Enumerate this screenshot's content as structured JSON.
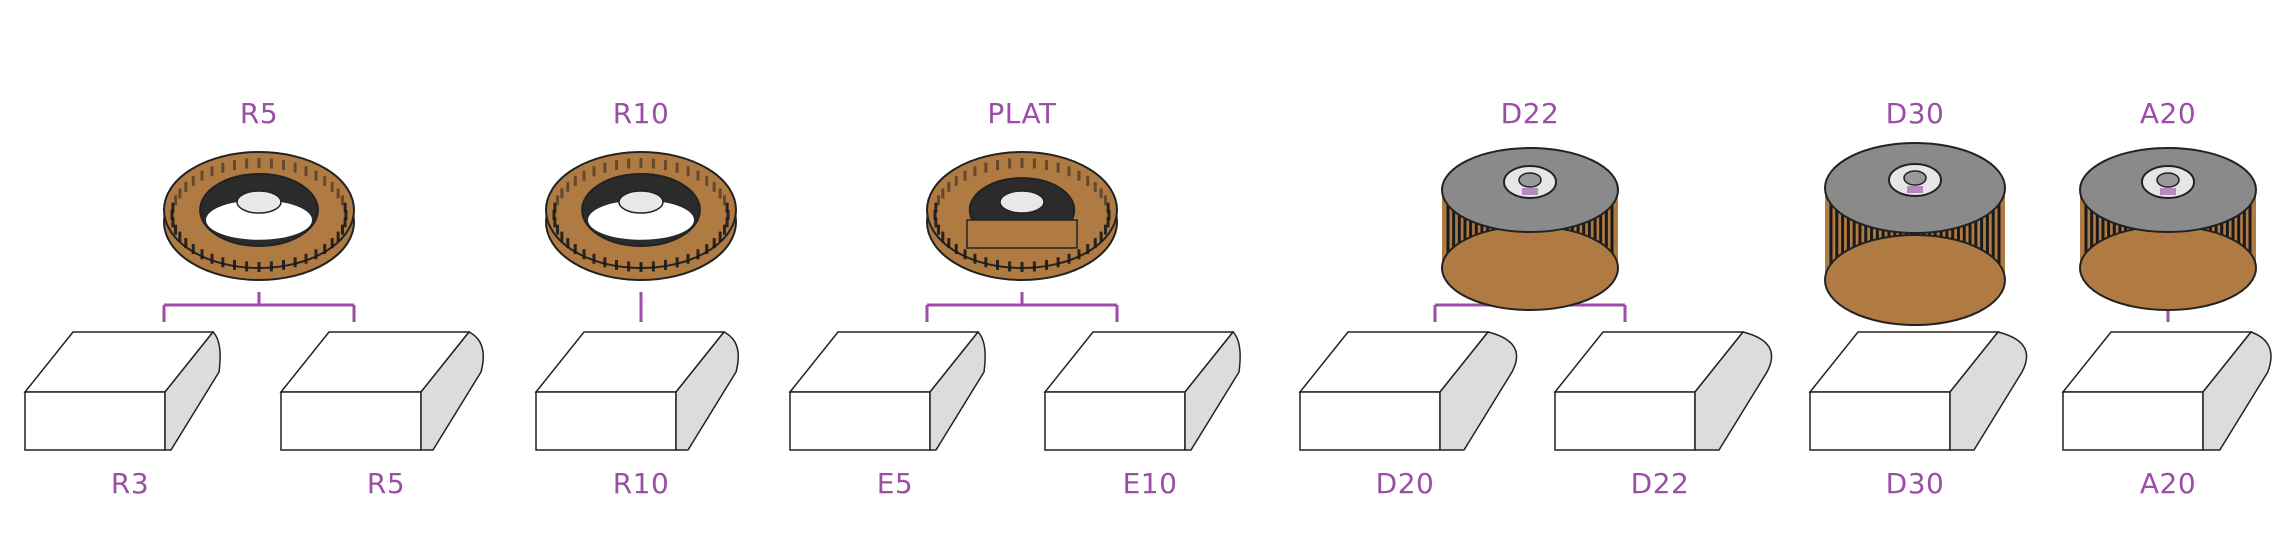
{
  "colors": {
    "accent": "#9b4ea6",
    "outline": "#222222",
    "profile_face": "#dcdcdc",
    "wood": "#b07a43",
    "dark_rubber": "#2b2b2b",
    "stone_grey": "#8a8a8a"
  },
  "wheels": [
    {
      "label": "R5",
      "style": "ring-open",
      "profiles": [
        {
          "label": "R3",
          "edge": "small-bevel"
        },
        {
          "label": "R5",
          "edge": "round-small"
        }
      ]
    },
    {
      "label": "R10",
      "style": "ring-open",
      "profiles": [
        {
          "label": "R10",
          "edge": "round-medium"
        }
      ]
    },
    {
      "label": "PLAT",
      "style": "ring-flat",
      "profiles": [
        {
          "label": "E5",
          "edge": "bevel-small"
        },
        {
          "label": "E10",
          "edge": "bevel-large"
        }
      ]
    },
    {
      "label": "D22",
      "style": "drum",
      "profiles": [
        {
          "label": "D20",
          "edge": "bullnose"
        },
        {
          "label": "D22",
          "edge": "bullnose"
        }
      ]
    },
    {
      "label": "D30",
      "style": "drum-tall",
      "profiles": [
        {
          "label": "D30",
          "edge": "bullnose-tall"
        }
      ]
    },
    {
      "label": "A20",
      "style": "drum",
      "profiles": [
        {
          "label": "A20",
          "edge": "ogee"
        }
      ]
    }
  ]
}
